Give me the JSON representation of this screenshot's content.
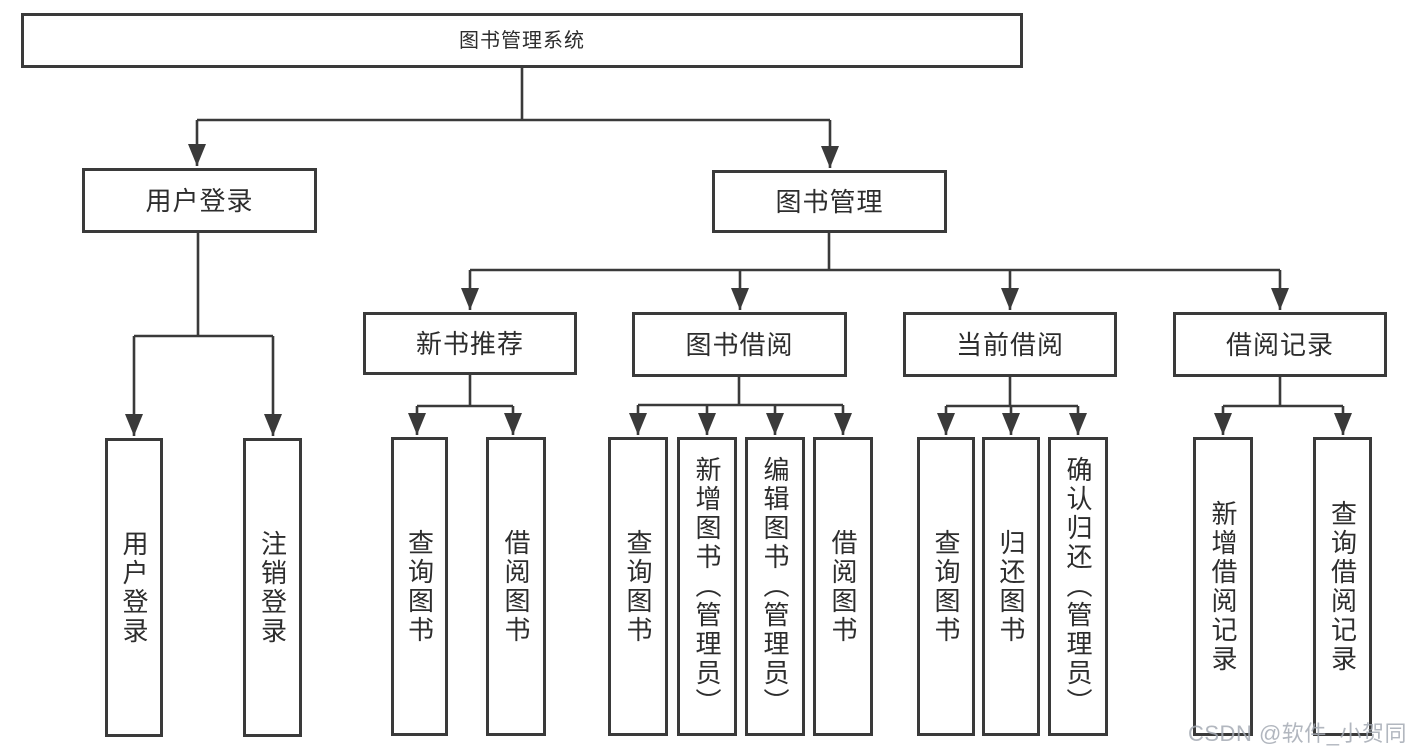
{
  "diagram": {
    "root": {
      "label": "图书管理系统"
    },
    "branches": [
      {
        "label": "用户登录",
        "children": [
          {
            "label": "用户登录"
          },
          {
            "label": "注销登录"
          }
        ]
      },
      {
        "label": "图书管理",
        "groups": [
          {
            "label": "新书推荐",
            "children": [
              {
                "label": "查询图书"
              },
              {
                "label": "借阅图书"
              }
            ]
          },
          {
            "label": "图书借阅",
            "children": [
              {
                "label": "查询图书"
              },
              {
                "label": "新增图书（管理员）"
              },
              {
                "label": "编辑图书（管理员）"
              },
              {
                "label": "借阅图书"
              }
            ]
          },
          {
            "label": "当前借阅",
            "children": [
              {
                "label": "查询图书"
              },
              {
                "label": "归还图书"
              },
              {
                "label": "确认归还（管理员）"
              }
            ]
          },
          {
            "label": "借阅记录",
            "children": [
              {
                "label": "新增借阅记录"
              },
              {
                "label": "查询借阅记录"
              }
            ]
          }
        ]
      }
    ]
  },
  "watermark": {
    "text": "CSDN @软件_小贺同学"
  },
  "colors": {
    "line": "#3a3a3a",
    "text": "#2d2d2d",
    "background": "#ffffff",
    "watermark": "#a5aab4"
  }
}
